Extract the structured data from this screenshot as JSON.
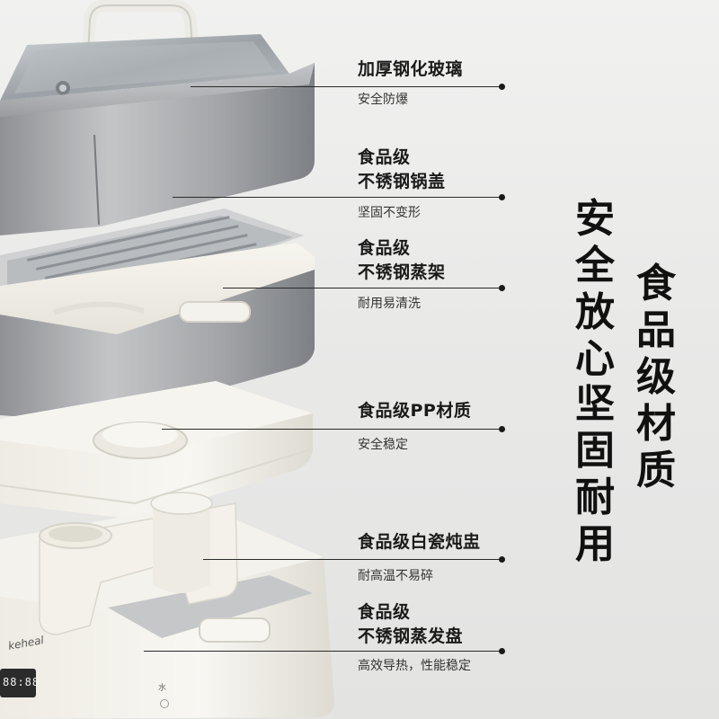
{
  "brand": "keheal",
  "display_digits": "88:88",
  "panel_mark": "水",
  "callouts": [
    {
      "title_lines": [
        "加厚钢化玻璃"
      ],
      "sub": "安全防爆"
    },
    {
      "title_lines": [
        "食品级",
        "不锈钢锅盖"
      ],
      "sub": "坚固不变形"
    },
    {
      "title_lines": [
        "食品级",
        "不锈钢蒸架"
      ],
      "sub": "耐用易清洗"
    },
    {
      "title_lines": [
        "食品级PP材质"
      ],
      "sub": "安全稳定"
    },
    {
      "title_lines": [
        "食品级白瓷炖盅"
      ],
      "sub": "耐高温不易碎"
    },
    {
      "title_lines": [
        "食品级",
        "不锈钢蒸发盘"
      ],
      "sub": "高效导热，性能稳定"
    }
  ],
  "headline_columns": [
    {
      "line1": "安全放心",
      "line2": "坚固耐用"
    },
    {
      "line1": "食品级材质"
    }
  ],
  "colors": {
    "text": "#1a1a1a",
    "steel": "#a9abad",
    "cream": "#f2f0e8",
    "background": "#ececeb"
  }
}
